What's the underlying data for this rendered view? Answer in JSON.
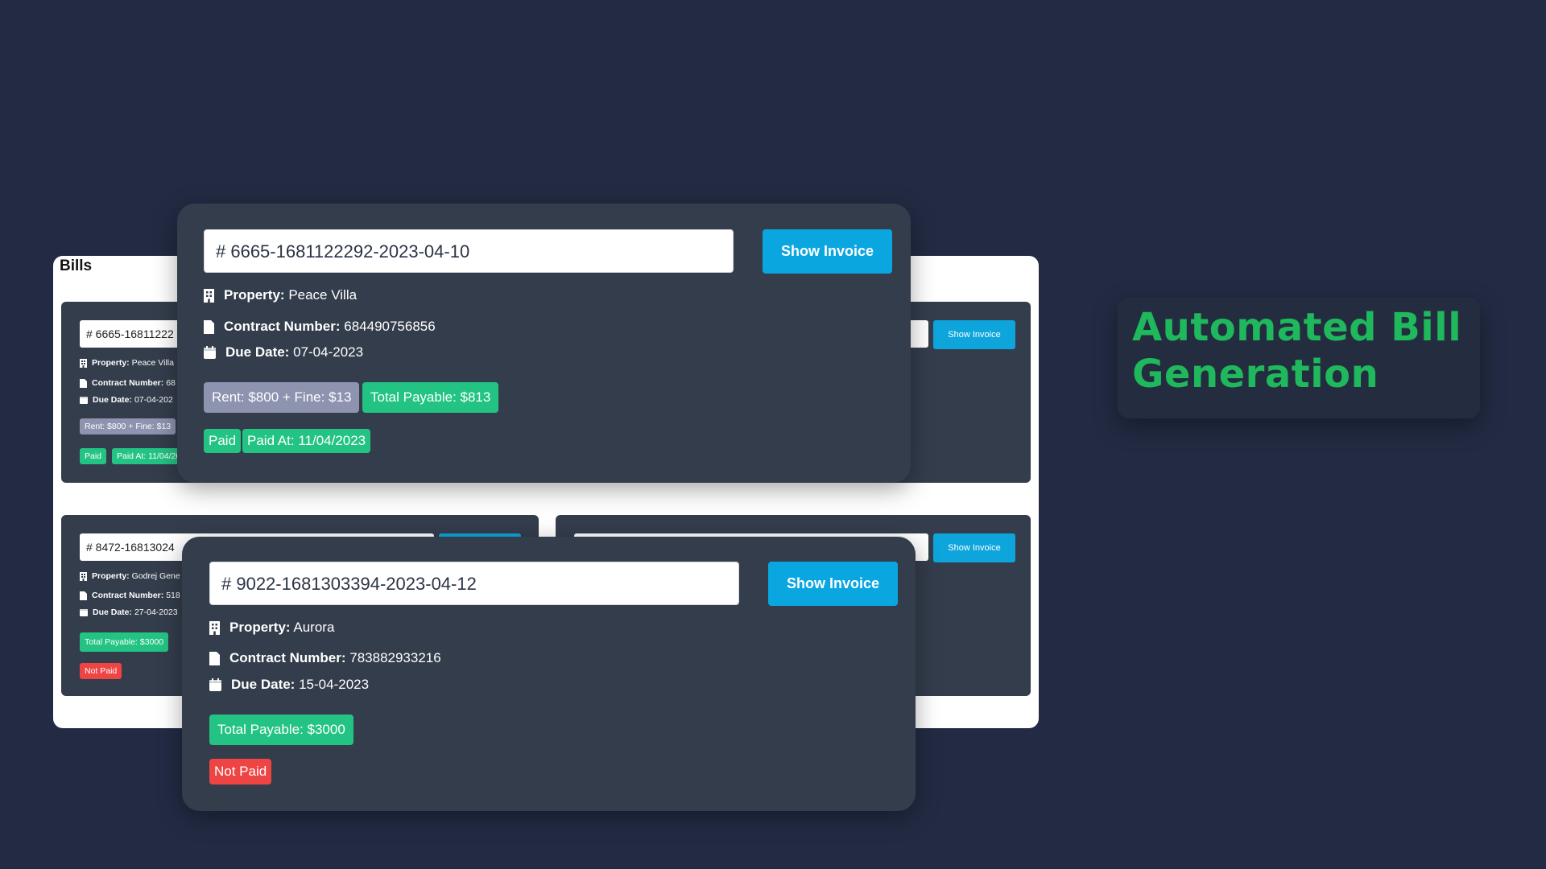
{
  "panel": {
    "title": "Bills"
  },
  "small_cards": [
    {
      "id": "# 6665-16811222",
      "show_invoice": "Show Invoice",
      "property_label": "Property:",
      "property_value": "Peace Villa",
      "contract_label": "Contract Number:",
      "contract_value": "68",
      "due_label": "Due Date:",
      "due_value": "07-04-202",
      "rent_badge": "Rent: $800 + Fine: $13",
      "paid_badge": "Paid",
      "paid_at_badge": "Paid At: 11/04/202"
    },
    {
      "id": "# 8472-16813024",
      "property_label": "Property:",
      "property_value": "Godrej Gene",
      "contract_label": "Contract Number:",
      "contract_value": "518",
      "due_label": "Due Date:",
      "due_value": "27-04-2023",
      "total_badge": "Total Payable: $3000",
      "status_badge": "Not Paid"
    },
    {
      "show_invoice": "Show Invoice"
    }
  ],
  "zoom_cards": [
    {
      "id": "# 6665-1681122292-2023-04-10",
      "show_invoice": "Show Invoice",
      "property_label": "Property:",
      "property_value": "Peace Villa",
      "contract_label": "Contract Number:",
      "contract_value": "684490756856",
      "due_label": "Due Date:",
      "due_value": "07-04-2023",
      "rent_badge": "Rent: $800 + Fine: $13",
      "total_badge": "Total Payable: $813",
      "paid_badge": "Paid",
      "paid_at_badge": "Paid At: 11/04/2023"
    },
    {
      "id": "# 9022-1681303394-2023-04-12",
      "show_invoice": "Show Invoice",
      "property_label": "Property:",
      "property_value": "Aurora",
      "contract_label": "Contract Number:",
      "contract_value": "783882933216",
      "due_label": "Due Date:",
      "due_value": "15-04-2023",
      "total_badge": "Total Payable: $3000",
      "status_badge": "Not Paid"
    }
  ],
  "feature": {
    "title": "Automated Bill Generation"
  },
  "icons": {
    "property": "building-icon",
    "contract": "document-icon",
    "due": "calendar-icon"
  },
  "colors": {
    "background": "#222b43",
    "card": "#343d4c",
    "button": "#0aa6e0",
    "badge_green": "#23c483",
    "badge_grey": "#8e93b0",
    "badge_red": "#ef4444",
    "feature_title": "#1fb85c"
  }
}
